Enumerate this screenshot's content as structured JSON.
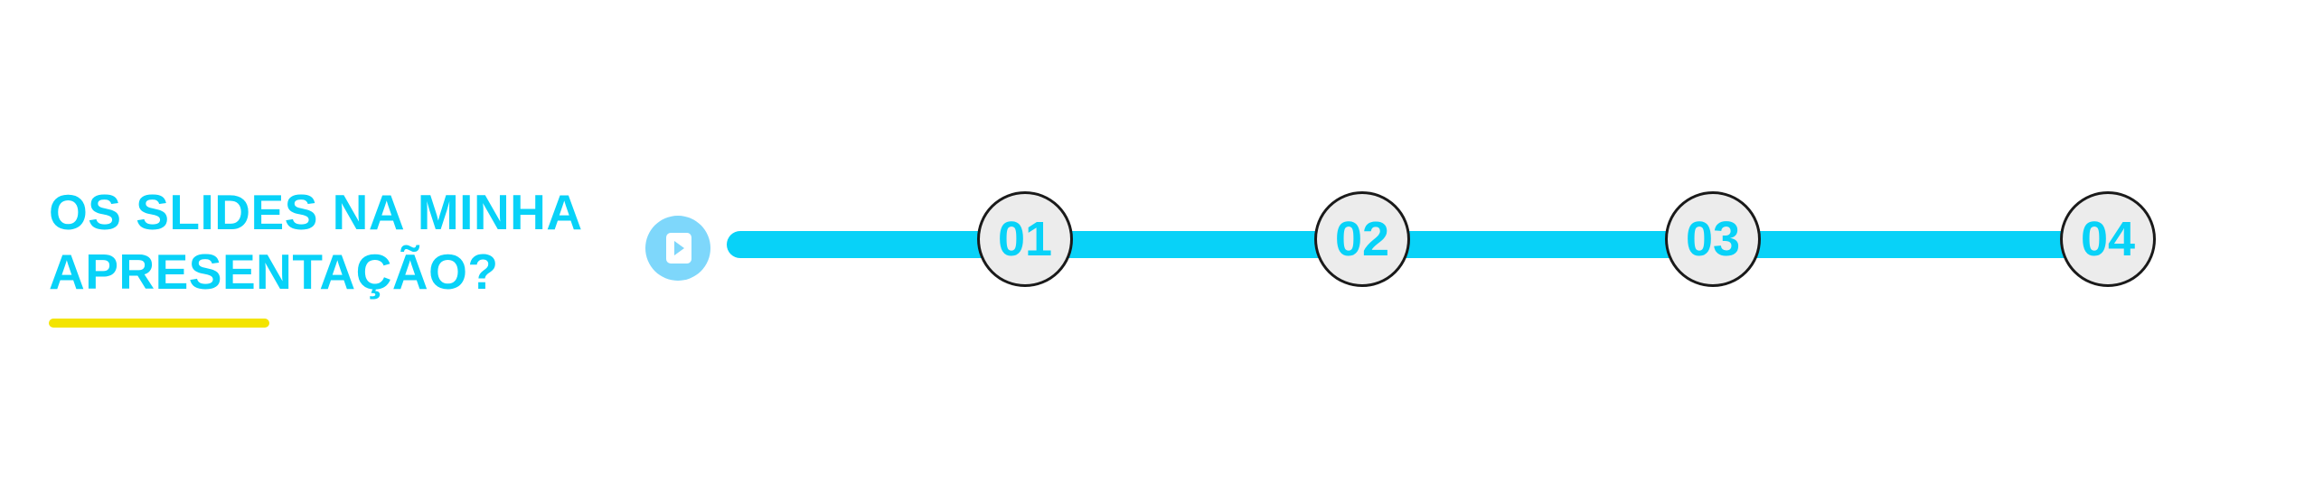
{
  "heading": {
    "line1": "OS SLIDES NA MINHA",
    "line2": "APRESENTAÇÃO?"
  },
  "timeline": {
    "play_icon": "play-icon",
    "steps": [
      "01",
      "02",
      "03",
      "04"
    ]
  },
  "colors": {
    "accent": "#08d2f8",
    "underline": "#f3e400",
    "play_button": "#7ed7fb",
    "step_fill": "#ececec",
    "step_border": "#1a1a1a",
    "background": "#ffffff"
  }
}
